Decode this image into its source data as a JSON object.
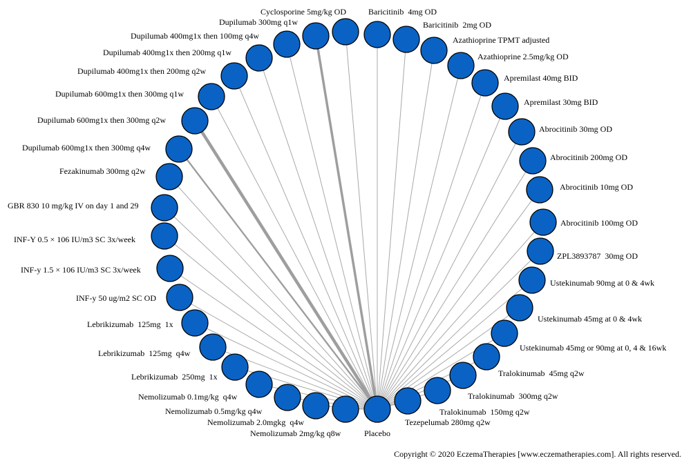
{
  "colors": {
    "node_fill": "#0a63c4",
    "node_stroke": "#000000",
    "edge": "#a8a8a8",
    "edge_strong": "#9e9e9e"
  },
  "hub": {
    "label": "Placebo"
  },
  "treatments": [
    {
      "label": "Cyclosporine 5mg/kg OD"
    },
    {
      "label": "Baricitinib  4mg OD"
    },
    {
      "label": "Baricitinib  2mg OD"
    },
    {
      "label": "Azathioprine TPMT adjusted"
    },
    {
      "label": "Azathioprine 2.5mg/kg OD"
    },
    {
      "label": "Apremilast 40mg BID"
    },
    {
      "label": "Apremilast 30mg BID"
    },
    {
      "label": "Abrocitinib 30mg OD"
    },
    {
      "label": "Abrocitinib 200mg OD"
    },
    {
      "label": "Abrocitinib 10mg OD"
    },
    {
      "label": "Abrocitinib 100mg OD"
    },
    {
      "label": "ZPL3893787  30mg OD"
    },
    {
      "label": "Ustekinumab 90mg at 0 & 4wk"
    },
    {
      "label": "Ustekinumab 45mg at 0 & 4wk"
    },
    {
      "label": "Ustekinumab 45mg or 90mg at 0, 4 & 16wk"
    },
    {
      "label": "Tralokinumab  45mg q2w"
    },
    {
      "label": "Tralokinumab  300mg q2w"
    },
    {
      "label": "Tralokinumab  150mg q2w"
    },
    {
      "label": "Tezepelumab 280mg q2w"
    },
    {
      "label": "Nemolizumab 2mg/kg q8w"
    },
    {
      "label": "Nemolizumab 2.0mgkg  q4w"
    },
    {
      "label": "Nemolizumab 0.5mg/kg q4w"
    },
    {
      "label": "Nemolizumab 0.1mg/kg  q4w"
    },
    {
      "label": "Lebrikizumab  250mg  1x"
    },
    {
      "label": "Lebrikizumab  125mg  q4w"
    },
    {
      "label": "Lebrikizumab  125mg  1x"
    },
    {
      "label": "INF-y 50 ug/m2 SC OD"
    },
    {
      "label": "INF-y 1.5 × 106 IU/m3 SC 3x/week"
    },
    {
      "label": "INF-Y 0.5 × 106 IU/m3 SC 3x/week"
    },
    {
      "label": "GBR 830 10 mg/kg IV on day 1 and 29"
    },
    {
      "label": "Fezakinumab 300mg q2w"
    },
    {
      "label": "Dupilumab 600mg1x then 300mg q4w"
    },
    {
      "label": "Dupilumab 600mg1x then 300mg q2w"
    },
    {
      "label": "Dupilumab 600mg1x then 300mg q1w"
    },
    {
      "label": "Dupilumab 400mg1x then 200mg q2w"
    },
    {
      "label": "Dupilumab 400mg1x then 200mg q1w"
    },
    {
      "label": "Dupilumab 400mg1x then 100mg q4w"
    },
    {
      "label": "Dupilumab 300mg q1w"
    }
  ],
  "copyright": "Copyright © 2020 EczemaTherapies [www.eczematherapies.com]. All rights reserved."
}
